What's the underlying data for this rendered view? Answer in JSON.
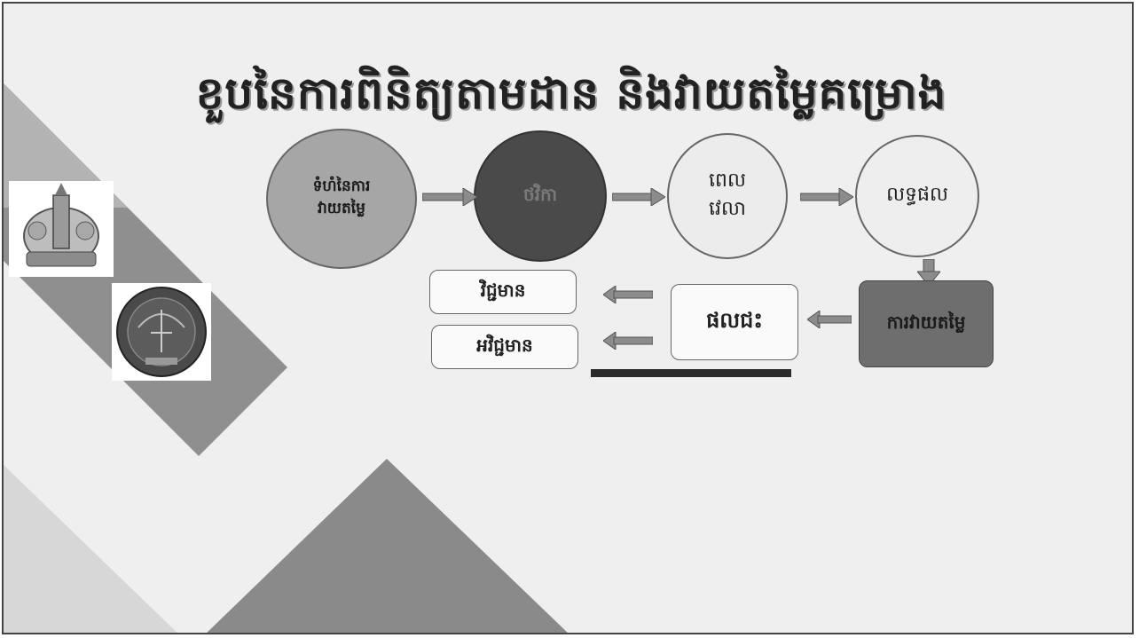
{
  "title": "ខួបនៃការពិនិត្យតាមដាន និងវាយតម្លៃគម្រោង",
  "flow": {
    "step1": "ទំហំនៃការវាយតម្លៃ",
    "step2": "ថវិកា",
    "step3": "ពេលវេលា",
    "step4": "លទ្ធផល",
    "step5": "ការវាយតម្លៃ",
    "step6": "ផលជះ",
    "out_positive": "វិជ្ជមាន",
    "out_negative": "អវិជ្ជមាន"
  },
  "colors": {
    "circle1": "#a6a6a6",
    "circle2": "#4a4a4a",
    "circle3": "#ececec",
    "circle4": "#eeeeee",
    "eval_box": "#6e6e6e",
    "arrow": "#8c8c8c",
    "underline": "#2b2b2b",
    "triangle_dark": "#8a8a8a",
    "triangle_light": "#c9c9c9"
  }
}
